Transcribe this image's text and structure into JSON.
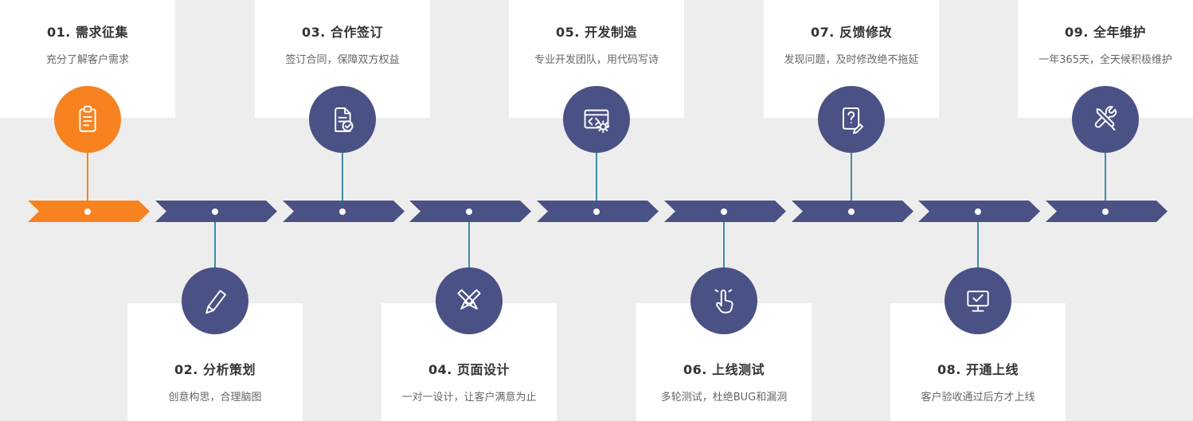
{
  "page": {
    "background": "#EDEDED",
    "card_color": "#FFFFFF"
  },
  "colors": {
    "orange": "#F8821F",
    "blue": "#4A5185",
    "connector": "#3D8EA4",
    "title_text": "#333333",
    "subtitle_text": "#666666"
  },
  "steps": [
    {
      "number": "01",
      "title": "01. 需求征集",
      "subtitle": "充分了解客户需求",
      "icon": "clipboard-icon",
      "position": "top",
      "accent": "orange"
    },
    {
      "number": "02",
      "title": "02. 分析策划",
      "subtitle": "创意构思，合理脑图",
      "icon": "pen-sketch-icon",
      "position": "bottom",
      "accent": "blue"
    },
    {
      "number": "03",
      "title": "03. 合作签订",
      "subtitle": "签订合同，保障双方权益",
      "icon": "contract-check-icon",
      "position": "top",
      "accent": "blue"
    },
    {
      "number": "04",
      "title": "04. 页面设计",
      "subtitle": "一对一设计，让客户满意为止",
      "icon": "design-tools-icon",
      "position": "bottom",
      "accent": "blue"
    },
    {
      "number": "05",
      "title": "05. 开发制造",
      "subtitle": "专业开发团队，用代码写诗",
      "icon": "code-window-icon",
      "position": "top",
      "accent": "blue"
    },
    {
      "number": "06",
      "title": "06. 上线测试",
      "subtitle": "多轮测试，杜绝BUG和漏洞",
      "icon": "touch-test-icon",
      "position": "bottom",
      "accent": "blue"
    },
    {
      "number": "07",
      "title": "07. 反馈修改",
      "subtitle": "发现问题，及时修改绝不拖延",
      "icon": "feedback-edit-icon",
      "position": "top",
      "accent": "blue"
    },
    {
      "number": "08",
      "title": "08. 开通上线",
      "subtitle": "客户验收通过后方才上线",
      "icon": "monitor-check-icon",
      "position": "bottom",
      "accent": "blue"
    },
    {
      "number": "09",
      "title": "09. 全年维护",
      "subtitle": "一年365天，全天候积极维护",
      "icon": "maintenance-tools-icon",
      "position": "top",
      "accent": "blue"
    }
  ]
}
